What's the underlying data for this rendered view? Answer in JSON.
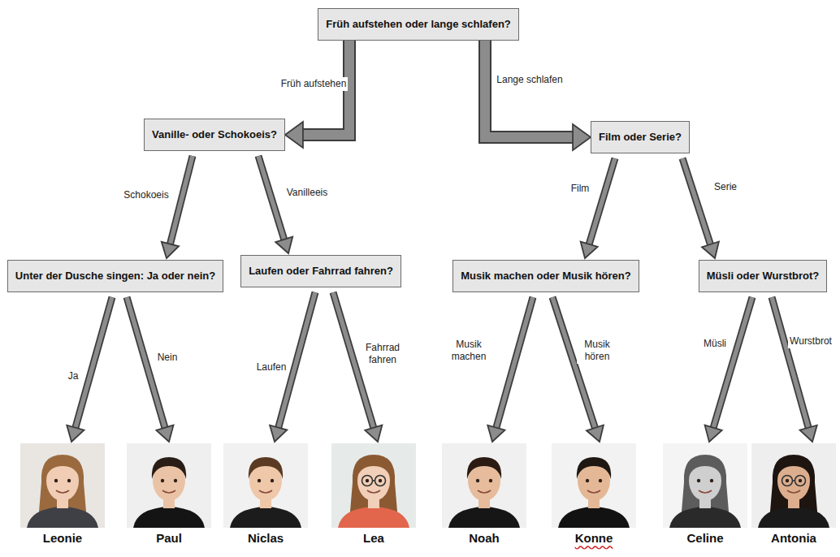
{
  "diagram": {
    "nodes": [
      {
        "text": [
          "Früh aufstehen oder lange schlafen?"
        ]
      },
      {
        "text": [
          "Vanille- oder Schokoeis?"
        ]
      },
      {
        "text": [
          "Film oder Serie?"
        ]
      },
      {
        "text": [
          "Unter der Dusche singen: Ja oder nein?"
        ]
      },
      {
        "text": [
          "Laufen oder Fahrrad fahren?"
        ]
      },
      {
        "text": [
          "Musik machen oder Musik hören?"
        ]
      },
      {
        "text": [
          "Müsli oder Wurstbrot?"
        ]
      },
      {
        "text": [
          "Leonie"
        ]
      },
      {
        "text": [
          "Paul"
        ]
      },
      {
        "text": [
          "Niclas"
        ]
      },
      {
        "text": [
          "Lea"
        ]
      },
      {
        "text": [
          "Noah"
        ]
      },
      {
        "text": [
          "Konne"
        ]
      },
      {
        "text": [
          "Celine"
        ]
      },
      {
        "text": [
          "Antonia"
        ]
      }
    ],
    "edges": [
      {
        "from": 0,
        "to": 1,
        "label": "Früh aufstehen",
        "arrow": "to"
      },
      {
        "from": 0,
        "to": 2,
        "label": "Lange schlafen",
        "arrow": "to"
      },
      {
        "from": 1,
        "to": 3,
        "label": "Schokoeis",
        "arrow": "to"
      },
      {
        "from": 1,
        "to": 4,
        "label": "Vanilleeis",
        "arrow": "to"
      },
      {
        "from": 2,
        "to": 5,
        "label": "Film",
        "arrow": "to"
      },
      {
        "from": 2,
        "to": 6,
        "label": "Serie",
        "arrow": "to"
      },
      {
        "from": 3,
        "to": 7,
        "label": "Ja",
        "arrow": "to"
      },
      {
        "from": 3,
        "to": 8,
        "label": "Nein",
        "arrow": "to"
      },
      {
        "from": 4,
        "to": 9,
        "label": "Laufen",
        "arrow": "to"
      },
      {
        "from": 4,
        "to": 10,
        "label": "Fahrrad fahren",
        "arrow": "to"
      },
      {
        "from": 5,
        "to": 11,
        "label": "Musik machen",
        "arrow": "to"
      },
      {
        "from": 5,
        "to": 12,
        "label": "Musik hören",
        "arrow": "to"
      },
      {
        "from": 6,
        "to": 13,
        "label": "Müsli",
        "arrow": "to"
      },
      {
        "from": 6,
        "to": 14,
        "label": "Wurstbrot",
        "arrow": "to"
      }
    ]
  }
}
